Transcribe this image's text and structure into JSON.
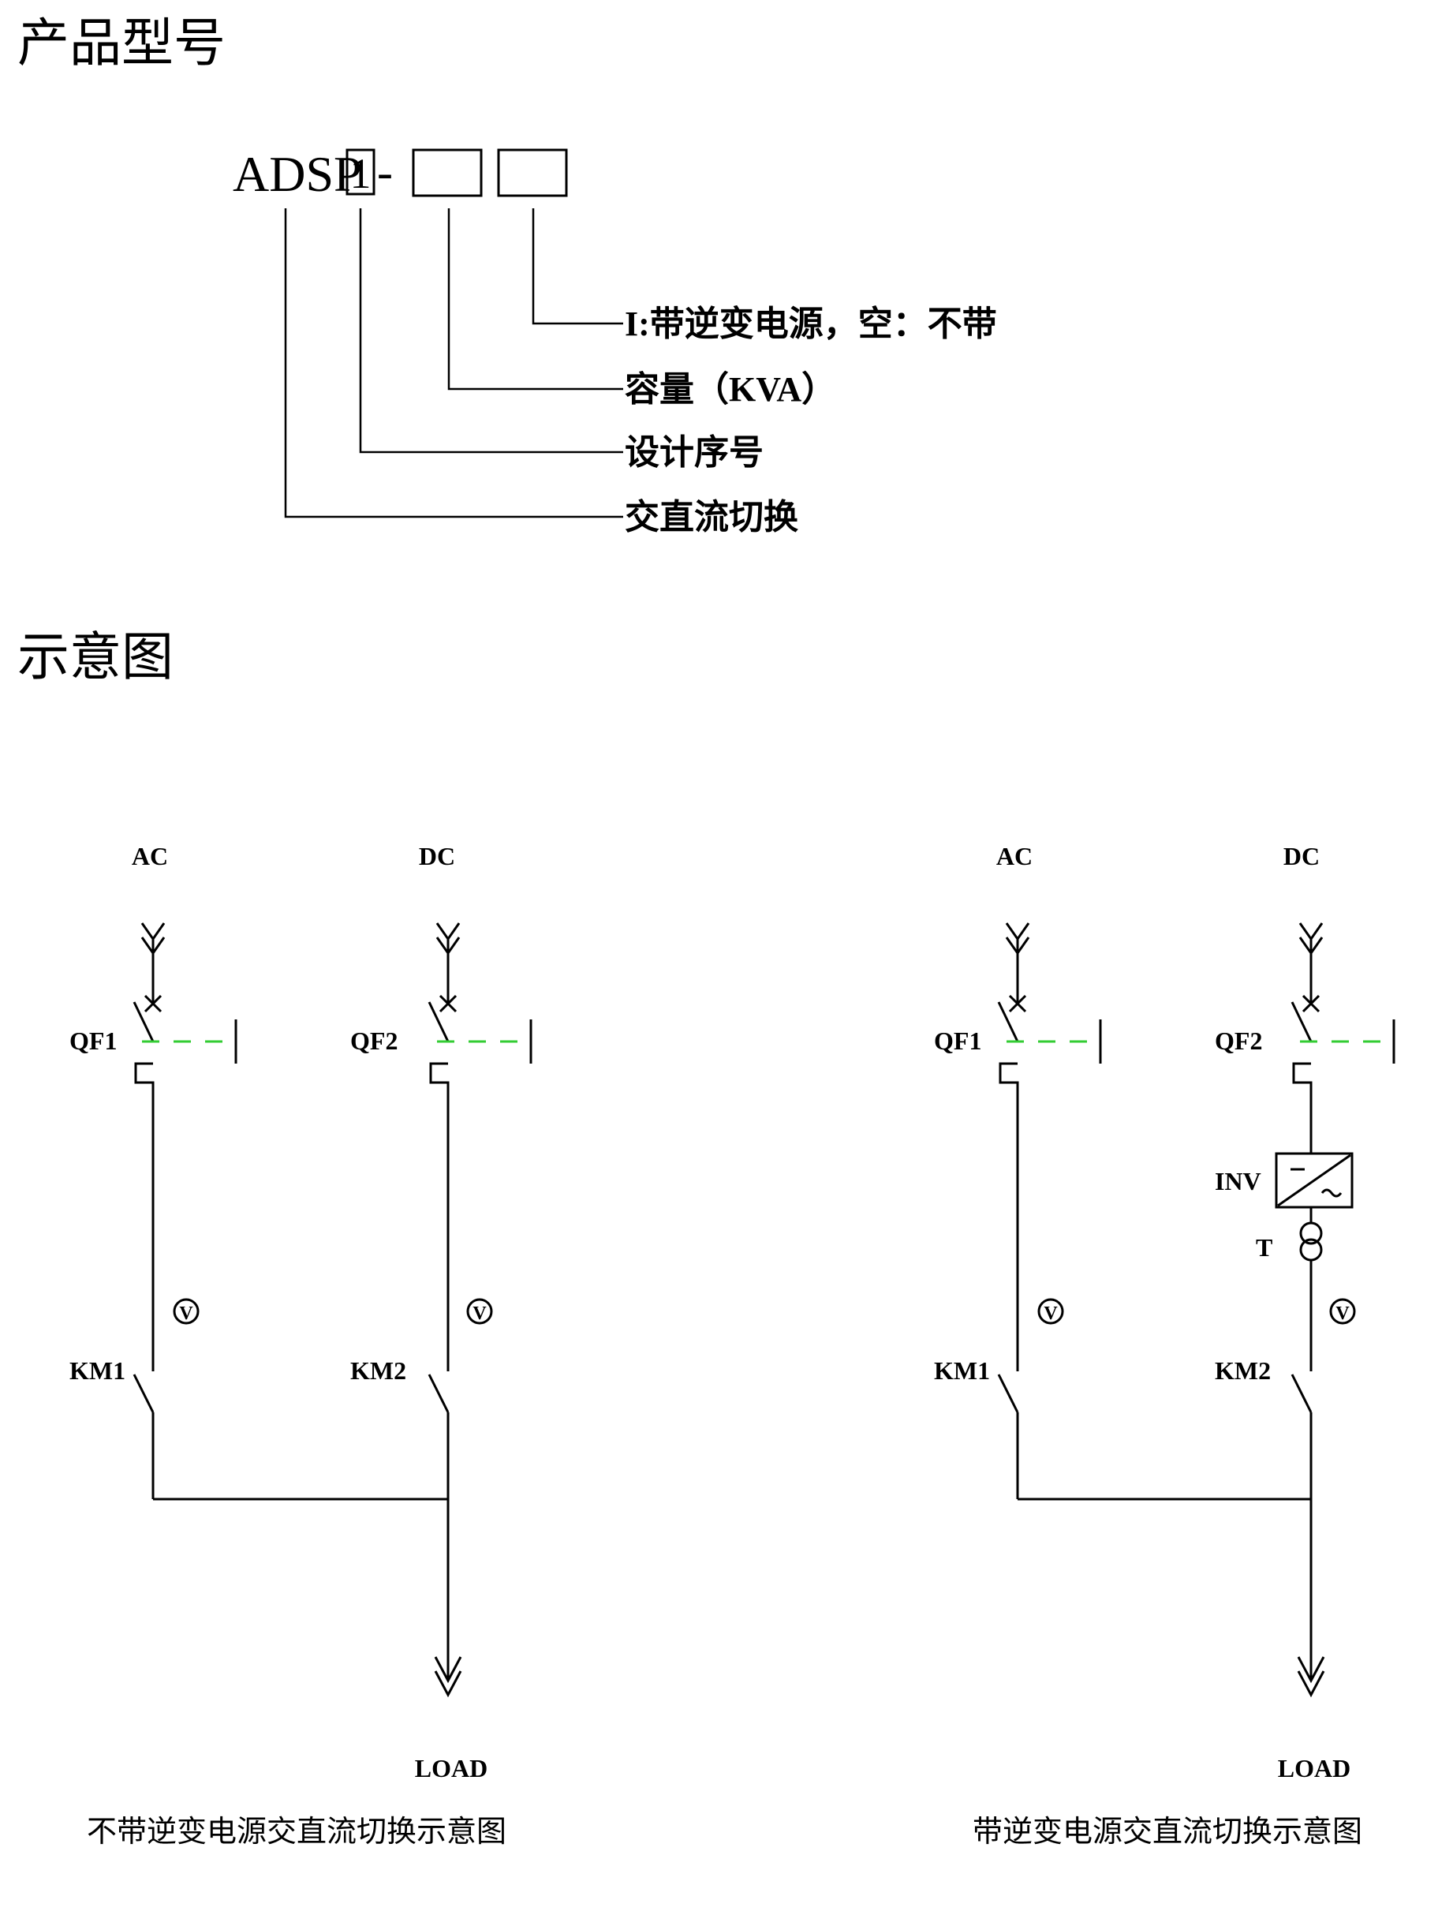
{
  "sections": {
    "model_title": "产品型号",
    "schematic_title": "示意图"
  },
  "model_code": {
    "prefix": "ADSP",
    "box1": "1",
    "dash": "-",
    "box2": "",
    "box3": "",
    "legend": [
      "I:带逆变电源，空：不带",
      "容量（KVA）",
      "设计序号",
      "交直流切换"
    ]
  },
  "diagrams": [
    {
      "caption": "不带逆变电源交直流切换示意图",
      "sources": [
        "AC",
        "DC"
      ],
      "breakers": [
        "QF1",
        "QF2"
      ],
      "contactors": [
        "KM1",
        "KM2"
      ],
      "meter": "V",
      "load": "LOAD"
    },
    {
      "caption": "带逆变电源交直流切换示意图",
      "sources": [
        "AC",
        "DC"
      ],
      "breakers": [
        "QF1",
        "QF2"
      ],
      "contactors": [
        "KM1",
        "KM2"
      ],
      "inverter": "INV",
      "transformer": "T",
      "meter": "V",
      "load": "LOAD"
    }
  ],
  "colors": {
    "interlock_dash": "#33cc33",
    "line": "#000000"
  }
}
